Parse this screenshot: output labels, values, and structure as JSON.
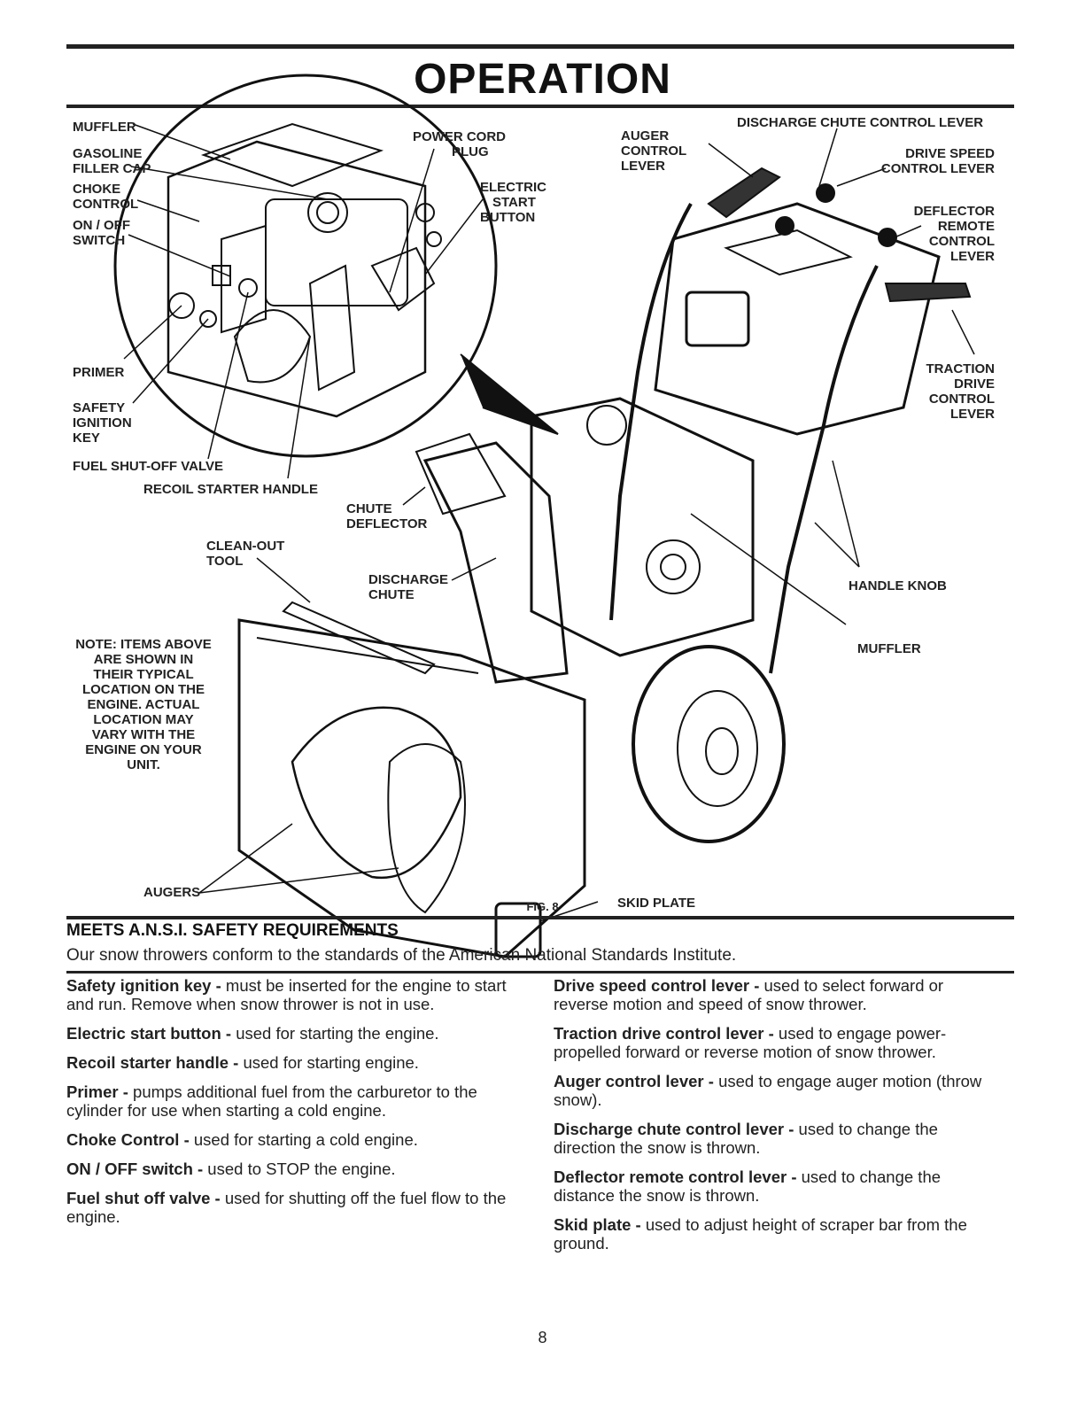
{
  "page": {
    "title": "OPERATION",
    "fig_caption": "FIG. 8",
    "page_number": "8"
  },
  "labels": {
    "muffler_top": "MUFFLER",
    "gasoline_filler_cap": [
      "GASOLINE",
      "FILLER CAP"
    ],
    "choke_control": [
      "CHOKE",
      "CONTROL"
    ],
    "on_off_switch": [
      "ON / OFF",
      "SWITCH"
    ],
    "power_cord_plug": [
      "POWER CORD",
      "PLUG"
    ],
    "electric_start_button": [
      "ELECTRIC",
      "START",
      "BUTTON"
    ],
    "primer": "PRIMER",
    "safety_ignition_key": [
      "SAFETY",
      "IGNITION",
      "KEY"
    ],
    "fuel_shutoff_valve": "FUEL SHUT-OFF VALVE",
    "recoil_starter_handle": "RECOIL STARTER HANDLE",
    "auger_control_lever": [
      "AUGER",
      "CONTROL",
      "LEVER"
    ],
    "discharge_chute_control_lever": "DISCHARGE CHUTE CONTROL LEVER",
    "drive_speed_control_lever": [
      "DRIVE SPEED",
      "CONTROL LEVER"
    ],
    "deflector_remote_control_lever": [
      "DEFLECTOR",
      "REMOTE",
      "CONTROL",
      "LEVER"
    ],
    "traction_drive_control_lever": [
      "TRACTION",
      "DRIVE",
      "CONTROL",
      "LEVER"
    ],
    "chute_deflector": [
      "CHUTE",
      "DEFLECTOR"
    ],
    "clean_out_tool": [
      "CLEAN-OUT",
      "TOOL"
    ],
    "discharge_chute": [
      "DISCHARGE",
      "CHUTE"
    ],
    "handle_knob": "HANDLE KNOB",
    "muffler_right": "MUFFLER",
    "note": [
      "NOTE: ITEMS ABOVE",
      "ARE SHOWN IN",
      "THEIR TYPICAL",
      "LOCATION ON THE",
      "ENGINE. ACTUAL",
      "LOCATION MAY",
      "VARY WITH THE",
      "ENGINE ON YOUR",
      "UNIT."
    ],
    "augers": "AUGERS",
    "skid_plate": "SKID PLATE"
  },
  "ansi": {
    "heading": "MEETS A.N.S.I. SAFETY REQUIREMENTS",
    "text": "Our snow throwers conform to the standards of the American National Standards Institute."
  },
  "descriptions_left": [
    {
      "term": "Safety ignition key -",
      "text": " must be inserted for the engine to start and run.  Remove when snow thrower is not in use."
    },
    {
      "term": "Electric start button -",
      "text": " used for starting the engine."
    },
    {
      "term": "Recoil starter handle -",
      "text": " used for starting engine."
    },
    {
      "term": "Primer -",
      "text": " pumps additional fuel from the carburetor to the cylinder for use when starting a cold engine."
    },
    {
      "term": "Choke Control -",
      "text": " used for starting a cold engine."
    },
    {
      "term": "ON / OFF switch -",
      "text": " used to STOP the engine."
    },
    {
      "term": "Fuel shut off valve -",
      "text": " used for shutting off the fuel flow to the engine."
    }
  ],
  "descriptions_right": [
    {
      "term": "Drive speed control lever -",
      "text": " used to select forward or reverse motion and speed of snow thrower."
    },
    {
      "term": "Traction drive control lever -",
      "text": " used to engage power-propelled forward or reverse motion of snow thrower."
    },
    {
      "term": "Auger control lever -",
      "text": " used to engage auger motion (throw snow)."
    },
    {
      "term": "Discharge chute control lever -",
      "text": " used to change the direction the snow is thrown."
    },
    {
      "term": "Deflector remote control lever -",
      "text": " used to change the distance the snow is thrown."
    },
    {
      "term": "Skid plate -",
      "text": " used to adjust height of scraper bar from the ground."
    }
  ]
}
